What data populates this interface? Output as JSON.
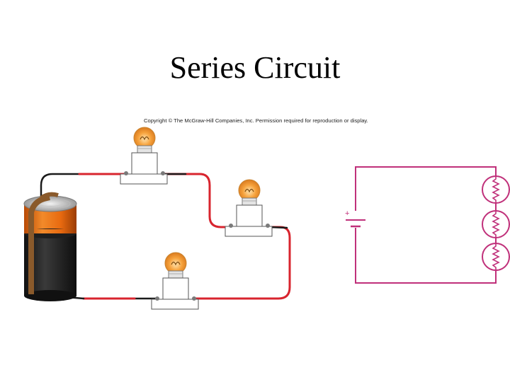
{
  "slide": {
    "title": "Series Circuit",
    "copyright": "Copyright © The McGraw-Hill Companies, Inc. Permission required for reproduction or display."
  },
  "schematic": {
    "battery_positive_label": "+",
    "resistor_count": 3
  },
  "colors": {
    "wire_red": "#d8242e",
    "wire_black": "#1a1a1a",
    "schematic_magenta": "#c0307a",
    "battery_orange": "#e86a10",
    "battery_black": "#2a2a2a",
    "bulb_glow": "#f6a23c"
  },
  "icons": [
    "battery-icon",
    "light-bulb-icon",
    "resistor-icon",
    "battery-symbol-icon"
  ]
}
